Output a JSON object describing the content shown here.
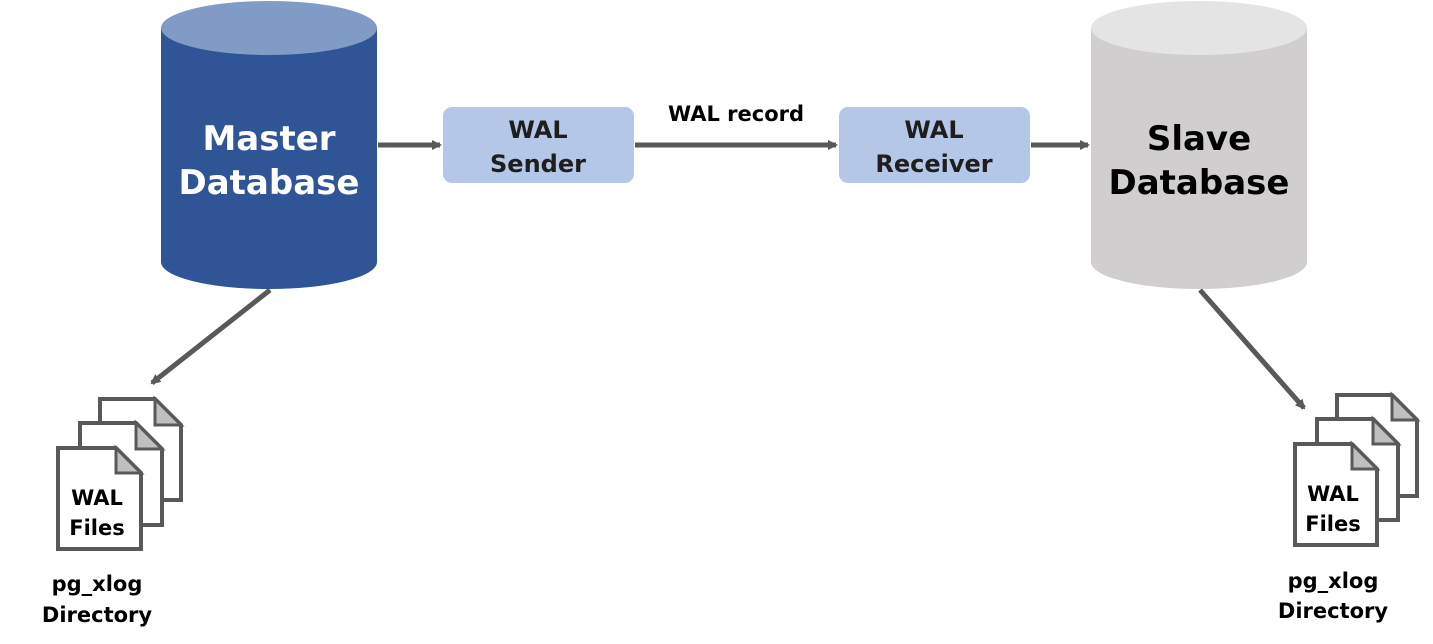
{
  "master_db": {
    "line1": "Master",
    "line2": "Database",
    "body_color": "#2f5597",
    "top_color": "#7f9bc6",
    "text_color": "#ffffff"
  },
  "slave_db": {
    "line1": "Slave",
    "line2": "Database",
    "body_color": "#d0cece",
    "top_color": "#e4e4e4",
    "text_color": "#000000"
  },
  "wal_sender": {
    "line1": "WAL",
    "line2": "Sender",
    "fill": "#b4c7e7"
  },
  "wal_receiver": {
    "line1": "WAL",
    "line2": "Receiver",
    "fill": "#b4c7e7"
  },
  "edge_label": "WAL record",
  "arrow_color": "#595959",
  "master_files": {
    "line1": "WAL",
    "line2": "Files",
    "dir_line1": "pg_xlog",
    "dir_line2": "Directory"
  },
  "slave_files": {
    "line1": "WAL",
    "line2": "Files",
    "dir_line1": "pg_xlog",
    "dir_line2": "Directory"
  }
}
